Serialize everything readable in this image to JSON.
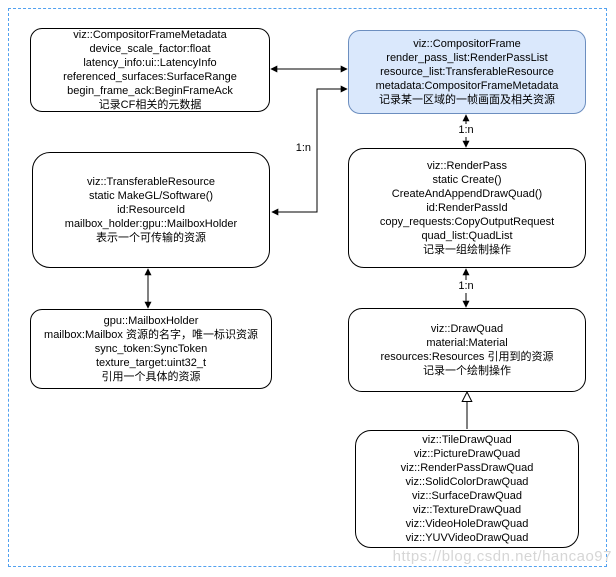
{
  "page": {
    "watermark": "https://blog.csdn.net/hancao97",
    "colors": {
      "node_fill": "#ffffff",
      "node_stroke": "#000000",
      "highlight_fill": "#dae8fc",
      "highlight_stroke": "#6c8ebf",
      "page_border": "#52a1f0",
      "watermark_text": "#d6d6d6",
      "text": "#000000"
    },
    "nodes": {
      "compositor_frame_metadata": {
        "lines": [
          "viz::CompositorFrameMetadata",
          "device_scale_factor:float",
          "latency_info:ui::LatencyInfo",
          "referenced_surfaces:SurfaceRange",
          "begin_frame_ack:BeginFrameAck",
          "记录CF相关的元数据"
        ]
      },
      "compositor_frame": {
        "highlighted": true,
        "lines": [
          "viz::CompositorFrame",
          "render_pass_list:RenderPassList",
          "resource_list:TransferableResource",
          "metadata:CompositorFrameMetadata",
          "记录某一区域的一帧画面及相关资源"
        ]
      },
      "transferable_resource": {
        "lines": [
          "viz::TransferableResource",
          "static MakeGL/Software()",
          "id:ResourceId",
          "mailbox_holder:gpu::MailboxHolder",
          "表示一个可传输的资源"
        ]
      },
      "render_pass": {
        "lines": [
          "viz::RenderPass",
          "static Create()",
          "CreateAndAppendDrawQuad()",
          "id:RenderPassId",
          "copy_requests:CopyOutputRequest",
          "quad_list:QuadList",
          "记录一组绘制操作"
        ]
      },
      "mailbox_holder": {
        "lines": [
          "gpu::MailboxHolder",
          "mailbox:Mailbox 资源的名字，唯一标识资源",
          "sync_token:SyncToken",
          "texture_target:uint32_t",
          "引用一个具体的资源"
        ]
      },
      "draw_quad": {
        "lines": [
          "viz::DrawQuad",
          "material:Material",
          "resources:Resources 引用到的资源",
          "记录一个绘制操作"
        ]
      },
      "draw_quad_subclasses": {
        "lines": [
          "viz::TileDrawQuad",
          "viz::PictureDrawQuad",
          "viz::RenderPassDrawQuad",
          "viz::SolidColorDrawQuad",
          "viz::SurfaceDrawQuad",
          "viz::TextureDrawQuad",
          "viz::VideoHoleDrawQuad",
          "viz::YUVVideoDrawQuad"
        ]
      }
    },
    "edges": {
      "frame_to_resource": {
        "label": "1:n"
      },
      "frame_to_render_pass": {
        "label": "1:n"
      },
      "render_pass_to_draw_quad": {
        "label": "1:n"
      }
    }
  }
}
